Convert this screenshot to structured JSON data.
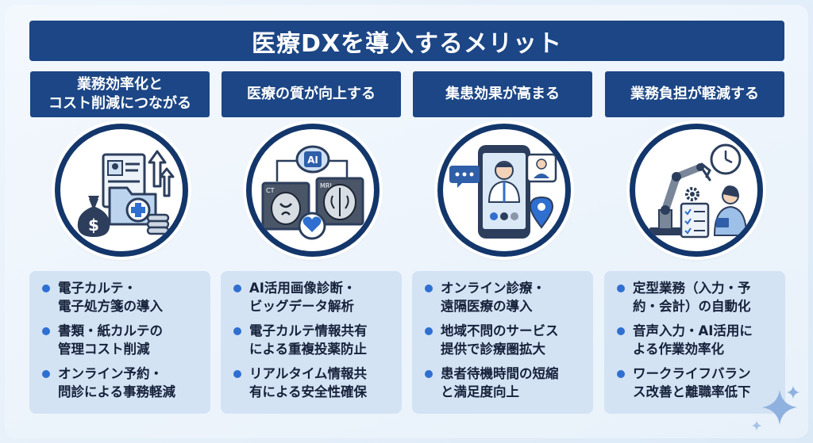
{
  "title": "医療DXを導入するメリット",
  "columns": [
    {
      "heading": "業務効率化と\nコスト削減につながる",
      "icon": "cost-reduction-icon",
      "bullets": [
        "電子カルテ・\n電子処方箋の導入",
        "書類・紙カルテの\n管理コスト削減",
        "オンライン予約・\n問診による事務軽減"
      ]
    },
    {
      "heading": "医療の質が向上する",
      "icon": "ai-diagnosis-icon",
      "ai_label": "AI",
      "ct_label": "CT",
      "mri_label": "MRI",
      "bullets": [
        "AI活用画像診断・\nビッグデータ解析",
        "電子カルテ情報共有\nによる重複投薬防止",
        "リアルタイム情報共\n有による安全性確保"
      ]
    },
    {
      "heading": "集患効果が高まる",
      "icon": "online-consultation-icon",
      "bullets": [
        "オンライン診療・\n遠隔医療の導入",
        "地域不問のサービス\n提供で診療圏拡大",
        "患者待機時間の短縮\nと満足度向上"
      ]
    },
    {
      "heading": "業務負担が軽減する",
      "icon": "robot-arm-icon",
      "bullets": [
        "定型業務（入力・予\n約・会計）の自動化",
        "音声入力・AI活用に\nよる作業効率化",
        "ワークライフバラン\nス改善と離職率低下"
      ]
    }
  ],
  "colors": {
    "navy": "#1c4685",
    "bullet_dot": "#2e6fd1",
    "bullet_panel": "#d3e3f4"
  }
}
